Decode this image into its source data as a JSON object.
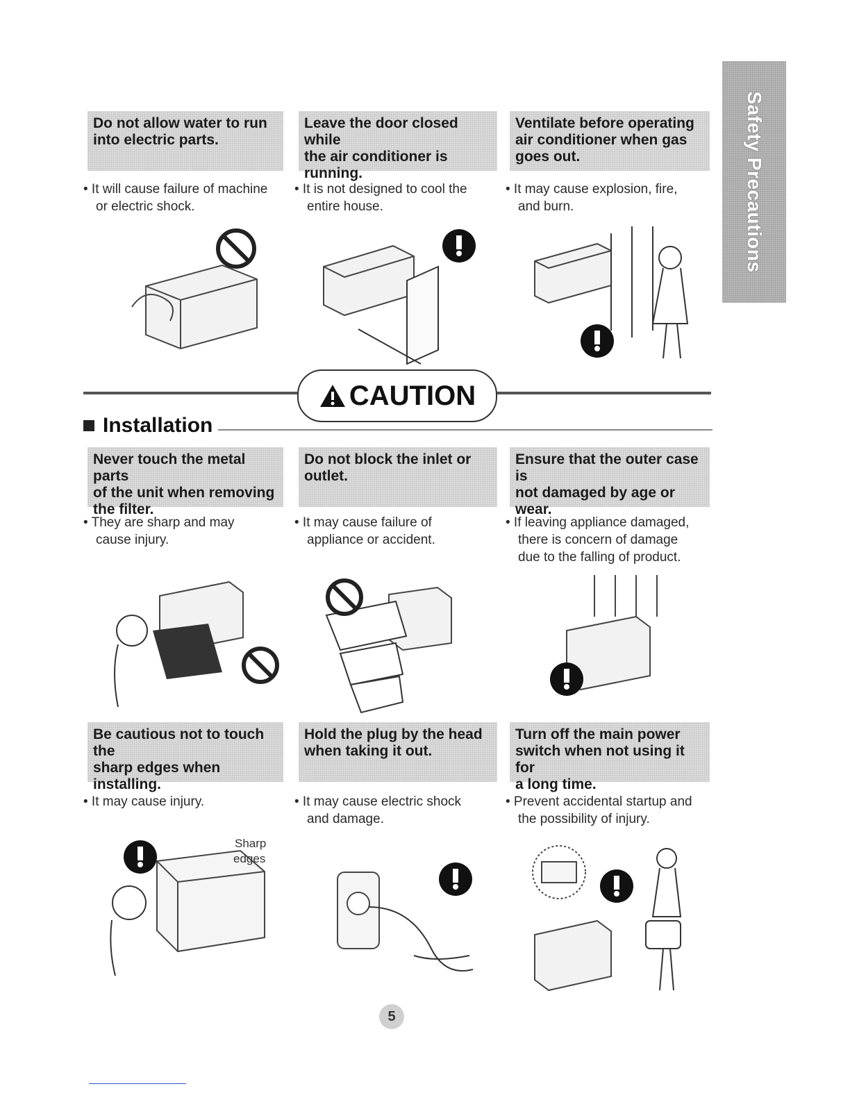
{
  "side_tab": {
    "label": "Safety Precautions"
  },
  "caution": {
    "label": "CAUTION"
  },
  "section": {
    "title": "Installation"
  },
  "page_number": "5",
  "blocks": [
    {
      "heading": [
        "Do not allow water to run",
        "into electric parts."
      ],
      "desc": [
        "• It will cause failure of machine",
        "or electric shock."
      ]
    },
    {
      "heading": [
        "Leave the door closed while",
        "the air conditioner is",
        "running."
      ],
      "desc": [
        "• It is not designed to cool the",
        "entire house."
      ]
    },
    {
      "heading": [
        "Ventilate before operating",
        "air conditioner when gas",
        "goes out."
      ],
      "desc": [
        "• It may cause explosion, fire,",
        "and burn."
      ]
    },
    {
      "heading": [
        "Never touch the metal parts",
        "of the unit when removing",
        "the filter."
      ],
      "desc": [
        "• They are sharp and may",
        "cause injury."
      ]
    },
    {
      "heading": [
        "Do not block the inlet or",
        "outlet."
      ],
      "desc": [
        "• It may cause failure of",
        "appliance or accident."
      ]
    },
    {
      "heading": [
        "Ensure that the outer case is",
        "not damaged by age or",
        "wear."
      ],
      "desc": [
        "• If leaving appliance damaged,",
        "there is concern of damage",
        "due to the falling of product."
      ]
    },
    {
      "heading": [
        "Be cautious not to touch the",
        "sharp edges when",
        "installing."
      ],
      "desc": [
        "• It may cause injury."
      ]
    },
    {
      "heading": [
        "Hold the plug by the head",
        "when taking it out."
      ],
      "desc": [
        "• It may cause electric shock",
        "and damage."
      ]
    },
    {
      "heading": [
        "Turn off the main power",
        "switch when not using it for",
        "a long time."
      ],
      "desc": [
        "• Prevent accidental startup and",
        "the possibility of injury."
      ]
    }
  ],
  "illustration_label": {
    "line1": "Sharp",
    "line2": "edges"
  },
  "icons": {
    "prohibited": "prohibited-icon",
    "mandatory": "exclamation-icon",
    "warning": "warning-triangle-icon"
  },
  "colors": {
    "tab_bg": "#b9b9b9",
    "heading_bg": "#dcdcdc",
    "text": "#222222",
    "rule": "#555555"
  }
}
